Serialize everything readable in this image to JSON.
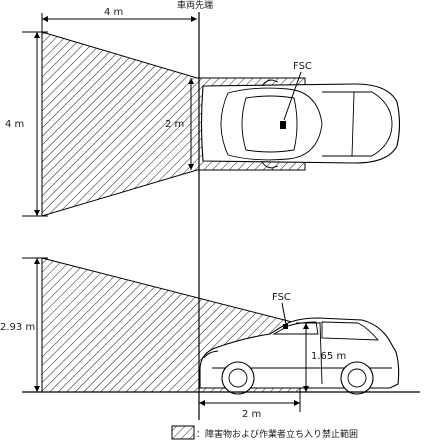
{
  "labels": {
    "top_width": "4 m",
    "vehicle_front": "車両先端",
    "top_fsc": "FSC",
    "top_height": "4 m",
    "top_inner_height": "2 m",
    "side_fsc": "FSC",
    "side_height": "2.93 m",
    "side_sensor_height": "1.65 m",
    "side_width": "2 m"
  },
  "legend": {
    "text": "：障害物および作業者立ち入り禁止範囲"
  }
}
